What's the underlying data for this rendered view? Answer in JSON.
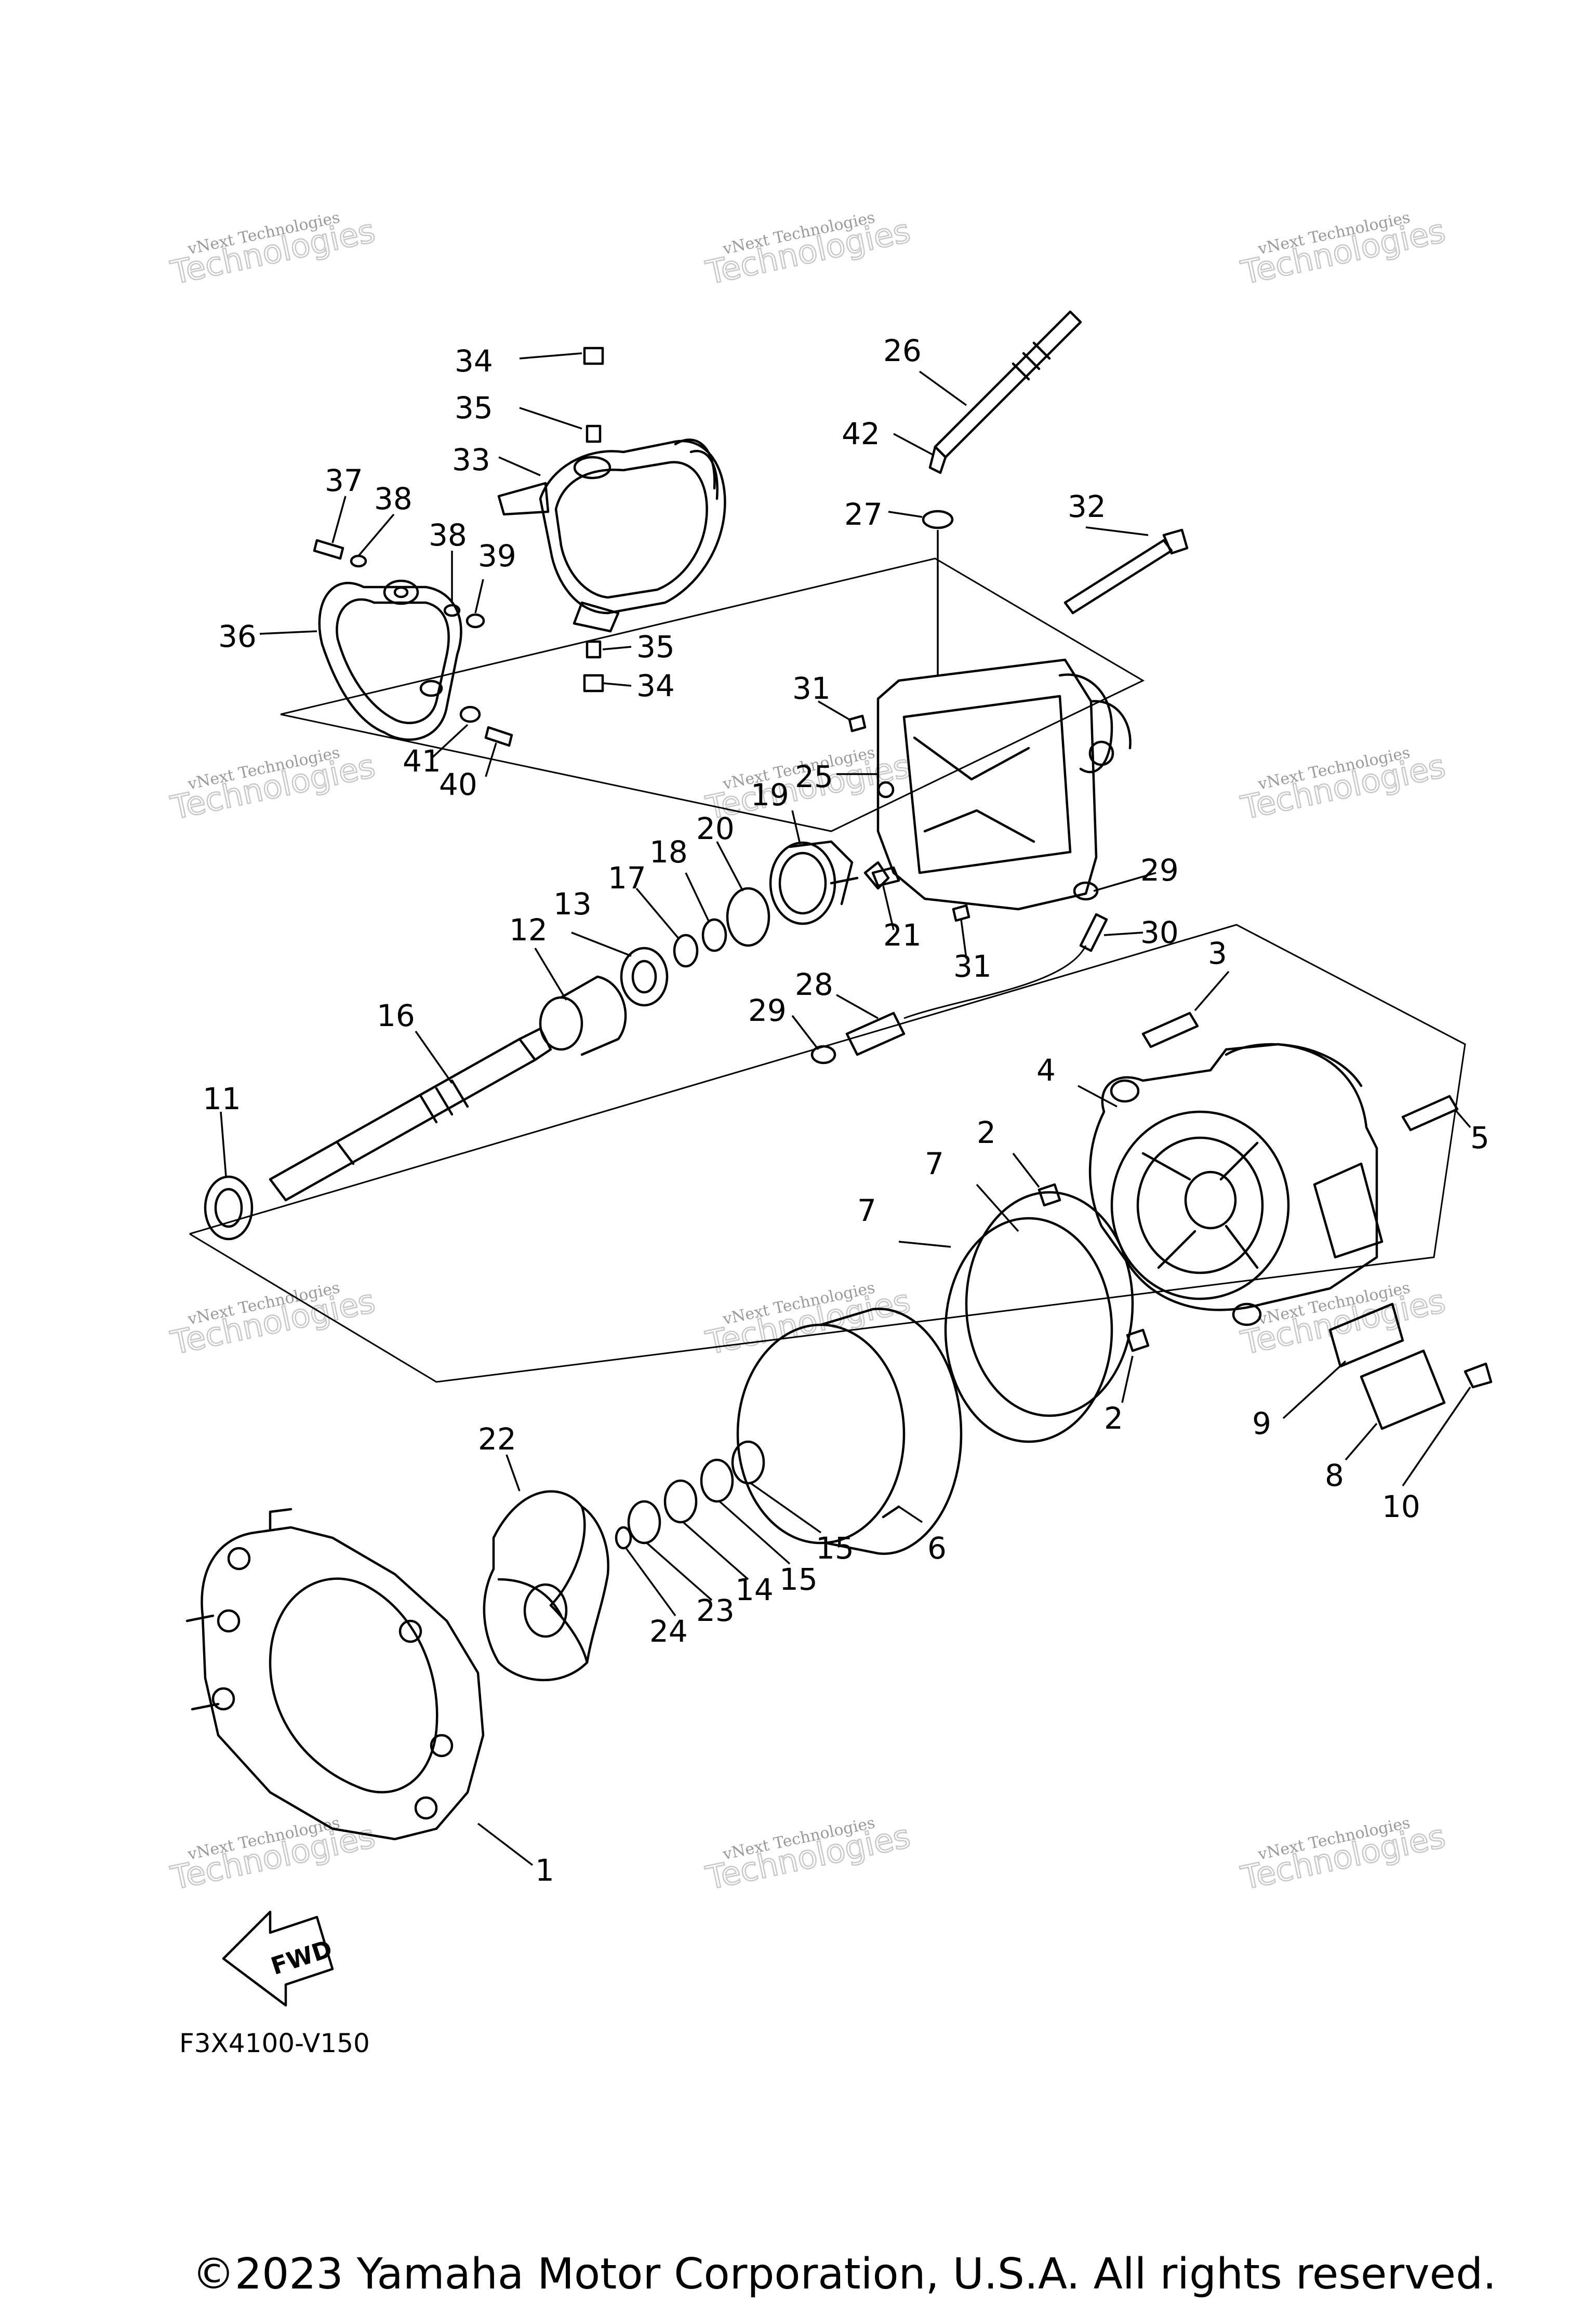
{
  "diagram": {
    "code": "F3X4100-V150",
    "direction_tag": "FWD",
    "copyright": "©2023 Yamaha Motor Corporation, U.S.A. All rights reserved.",
    "watermark": {
      "line1": "vNext Technologies",
      "line2": "vNext Technologies",
      "line3": "Technologies"
    },
    "callouts": [
      "1",
      "2",
      "2",
      "3",
      "4",
      "5",
      "6",
      "7",
      "7",
      "8",
      "9",
      "10",
      "11",
      "12",
      "13",
      "14",
      "15",
      "15",
      "16",
      "17",
      "18",
      "19",
      "20",
      "21",
      "22",
      "23",
      "24",
      "25",
      "26",
      "27",
      "28",
      "29",
      "29",
      "30",
      "31",
      "31",
      "32",
      "33",
      "34",
      "34",
      "35",
      "35",
      "36",
      "37",
      "38",
      "38",
      "39",
      "40",
      "41",
      "42"
    ]
  }
}
